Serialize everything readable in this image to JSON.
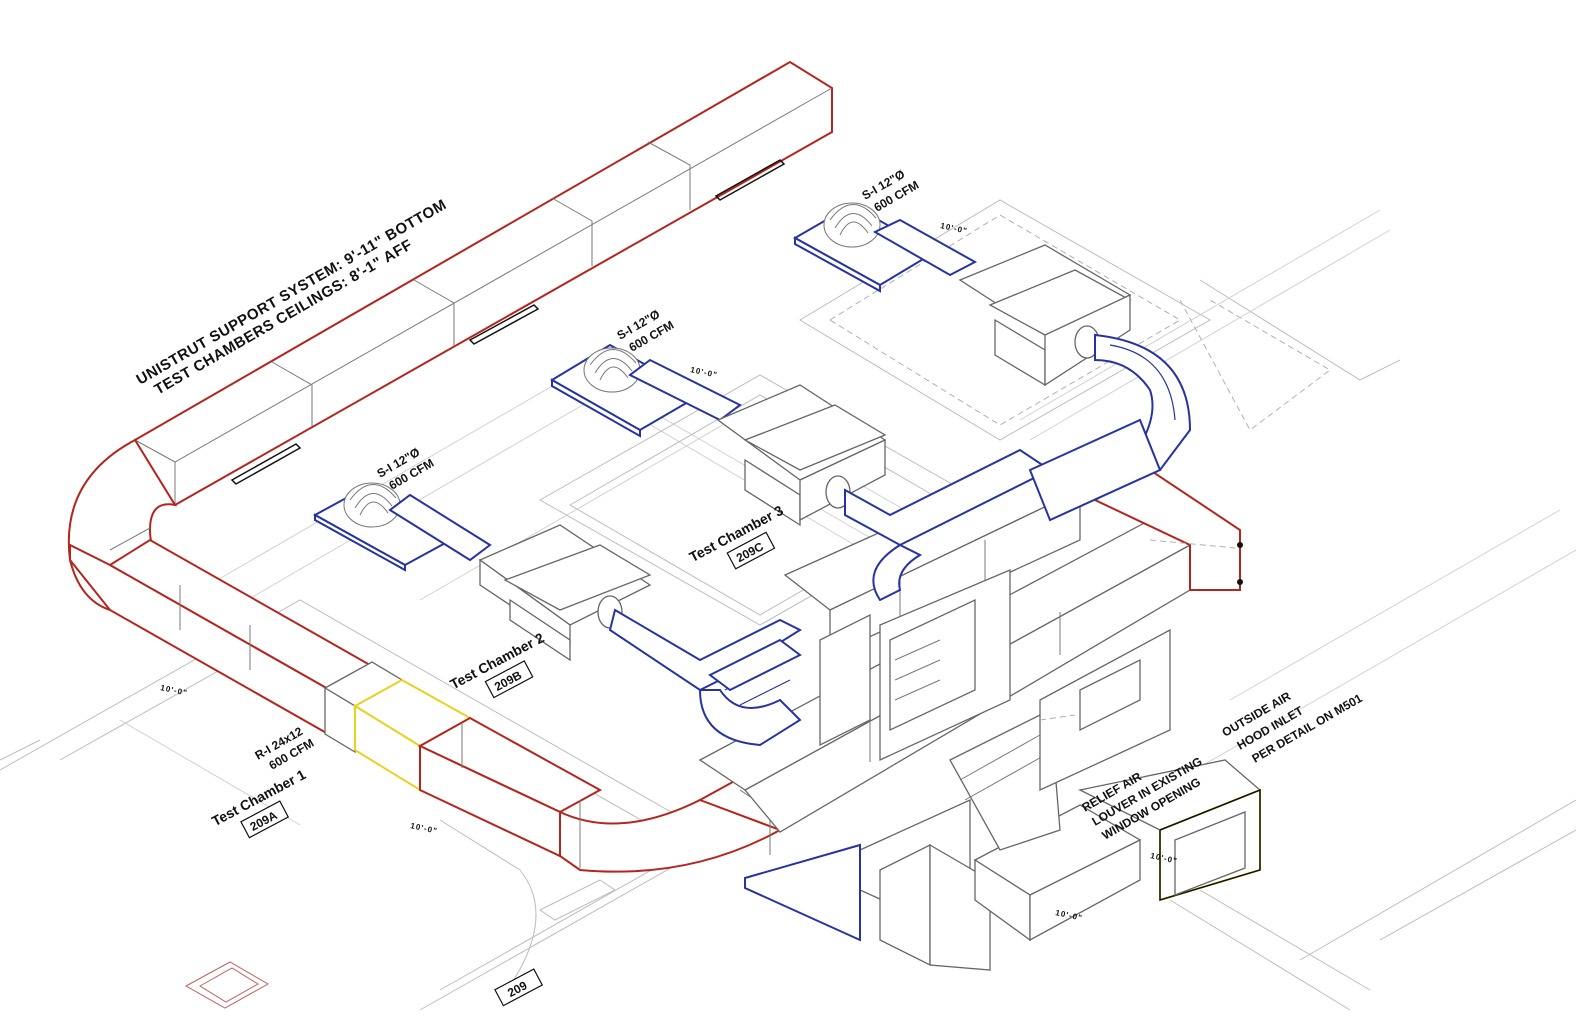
{
  "notes": {
    "unistrut": "UNISTRUT SUPPORT SYSTEM: 9'-11\" BOTTOM",
    "ceilings": "TEST CHAMBERS CEILINGS: 8'-1\" AFF"
  },
  "supply_outlets": [
    {
      "tag": "S-I 12\"Ø",
      "cfm": "600 CFM"
    },
    {
      "tag": "S-I 12\"Ø",
      "cfm": "600 CFM"
    },
    {
      "tag": "S-I 12\"Ø",
      "cfm": "600 CFM"
    }
  ],
  "return_grille": {
    "tag": "R-I 24x12",
    "cfm": "600 CFM"
  },
  "rooms": [
    {
      "label": "Test Chamber 1",
      "number": "209A"
    },
    {
      "label": "Test Chamber 2",
      "number": "209B"
    },
    {
      "label": "Test Chamber 3",
      "number": "209C"
    }
  ],
  "room_main": {
    "number": "209"
  },
  "relief_air": {
    "line1": "RELIEF AIR",
    "line2": "LOUVER IN EXISTING",
    "line3": "WINDOW OPENING"
  },
  "outside_air": {
    "line1": "OUTSIDE AIR",
    "line2": "HOOD INLET",
    "line3": "PER DETAIL ON M501"
  },
  "elevation_tags": [
    "10'-0\"",
    "10'-0\"",
    "10'-0\"",
    "10'-0\"",
    "10'-0\"",
    "10'-0\""
  ],
  "colors": {
    "return_duct": "#b3261e",
    "supply_duct": "#2733a0",
    "return_grille_highlight": "#e8d21f",
    "background_plan": "#bdbdbd"
  }
}
